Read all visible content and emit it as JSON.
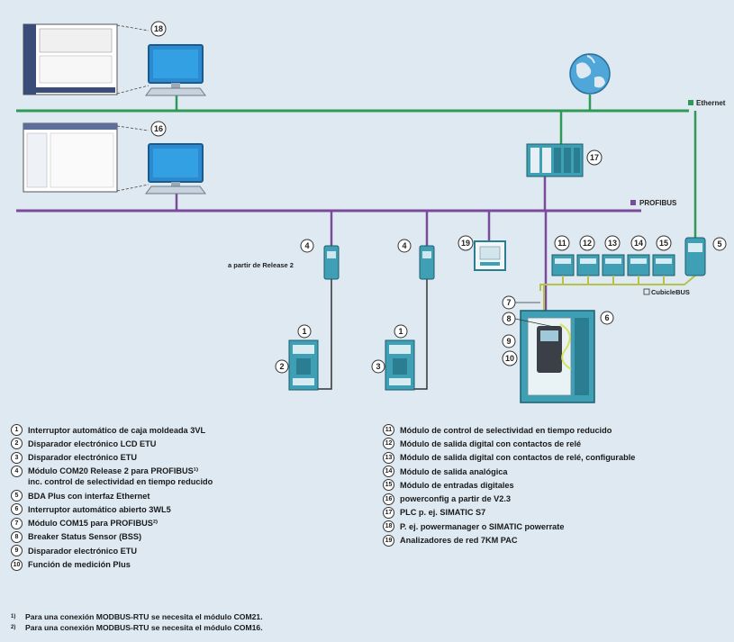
{
  "network": {
    "ethernet_label": "Ethernet",
    "profibus_label": "PROFIBUS",
    "cubiclebus_label": "CubicleBUS",
    "release_note": "a partir de Release 2"
  },
  "colors": {
    "ethernet": "#2f9a57",
    "profibus": "#7b4a9b",
    "cubiclebus": "#b7c24a",
    "background": "#dfe9f1",
    "device_teal": "#3fa0b5"
  },
  "legend_left": [
    {
      "num": "1",
      "text": "Interruptor automático de caja moldeada 3VL"
    },
    {
      "num": "2",
      "text": "Disparador electrónico LCD ETU"
    },
    {
      "num": "3",
      "text": "Disparador electrónico ETU"
    },
    {
      "num": "4",
      "text": "Módulo COM20 Release 2 para PROFIBUS¹⁾",
      "text2": "inc. control de selectividad en tiempo reducido"
    },
    {
      "num": "5",
      "text": "BDA Plus con interfaz Ethernet"
    },
    {
      "num": "6",
      "text": "Interruptor automático abierto 3WL5"
    },
    {
      "num": "7",
      "text": "Módulo COM15 para PROFIBUS²⁾"
    },
    {
      "num": "8",
      "text": "Breaker Status Sensor (BSS)"
    },
    {
      "num": "9",
      "text": "Disparador electrónico ETU"
    },
    {
      "num": "10",
      "text": "Función de medición Plus"
    }
  ],
  "legend_right": [
    {
      "num": "11",
      "text": "Módulo de control de selectividad en tiempo reducido"
    },
    {
      "num": "12",
      "text": "Módulo de salida digital con contactos de relé"
    },
    {
      "num": "13",
      "text": "Módulo de salida digital con contactos de relé, configurable"
    },
    {
      "num": "14",
      "text": "Módulo de salida analógica"
    },
    {
      "num": "15",
      "text": "Módulo de entradas digitales"
    },
    {
      "num": "16",
      "text": "powerconfig a partir de V2.3"
    },
    {
      "num": "17",
      "text": "PLC p. ej. SIMATIC S7"
    },
    {
      "num": "18",
      "text": "P. ej. powermanager o SIMATIC powerrate"
    },
    {
      "num": "19",
      "text": "Analizadores de red 7KM PAC"
    }
  ],
  "footnotes": [
    {
      "mark": "1)",
      "text": "Para una conexión MODBUS-RTU se necesita el módulo COM21."
    },
    {
      "mark": "2)",
      "text": "Para una conexión MODBUS-RTU se necesita el módulo COM16."
    }
  ],
  "callouts": [
    "1",
    "2",
    "3",
    "4",
    "5",
    "6",
    "7",
    "8",
    "9",
    "10",
    "11",
    "12",
    "13",
    "14",
    "15",
    "16",
    "17",
    "18",
    "19"
  ]
}
